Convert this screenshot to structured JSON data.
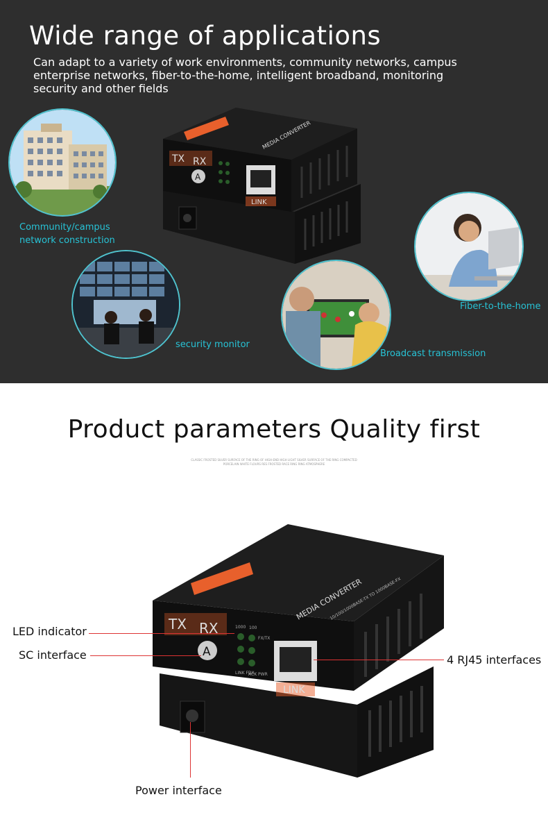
{
  "apps_section": {
    "title": "Wide range of applications",
    "subtitle_lines": [
      "Can adapt to a variety of work environments, community networks, campus",
      "enterprise networks, fiber-to-the-home, intelligent broadband, monitoring",
      "security and other fields"
    ],
    "captions": {
      "community_line1": "Community/campus",
      "community_line2": "network construction",
      "security": "security monitor",
      "broadcast": "Broadcast transmission",
      "ftth": "Fiber-to-the-home"
    },
    "accent_color": "#27c3d6"
  },
  "device": {
    "tx_label": "TX",
    "rx_label": "RX",
    "port_letter": "A",
    "link_label": "LINK",
    "brand": "MEDIA CONVERTER",
    "spec": "10/100/1000BASE-TX TO 1000BASE-FX",
    "led_1000": "1000",
    "led_100": "100",
    "led_fxtx": "FX/TX",
    "led_linkfdx": "LINK FDX",
    "led_ackpwr": "ACK PWR",
    "label_color": "#e8602c"
  },
  "params_section": {
    "title": "Product parameters Quality first",
    "tiny_line1": "CLASSIC FROSTED SILVER SURFACE OF THE RING OF HIGH-END HIGH LIGHT SILVER SURFACE OF THE RING COMPACTED",
    "tiny_line2": "PORCELAIN WHITE FLOURS RES FROSTED RACE RING RING ATMOSPHERE",
    "callouts": {
      "led": "LED indicator",
      "sc": "SC interface",
      "rj45": "4 RJ45 interfaces",
      "power": "Power interface"
    },
    "callout_line_color": "#d33333"
  }
}
